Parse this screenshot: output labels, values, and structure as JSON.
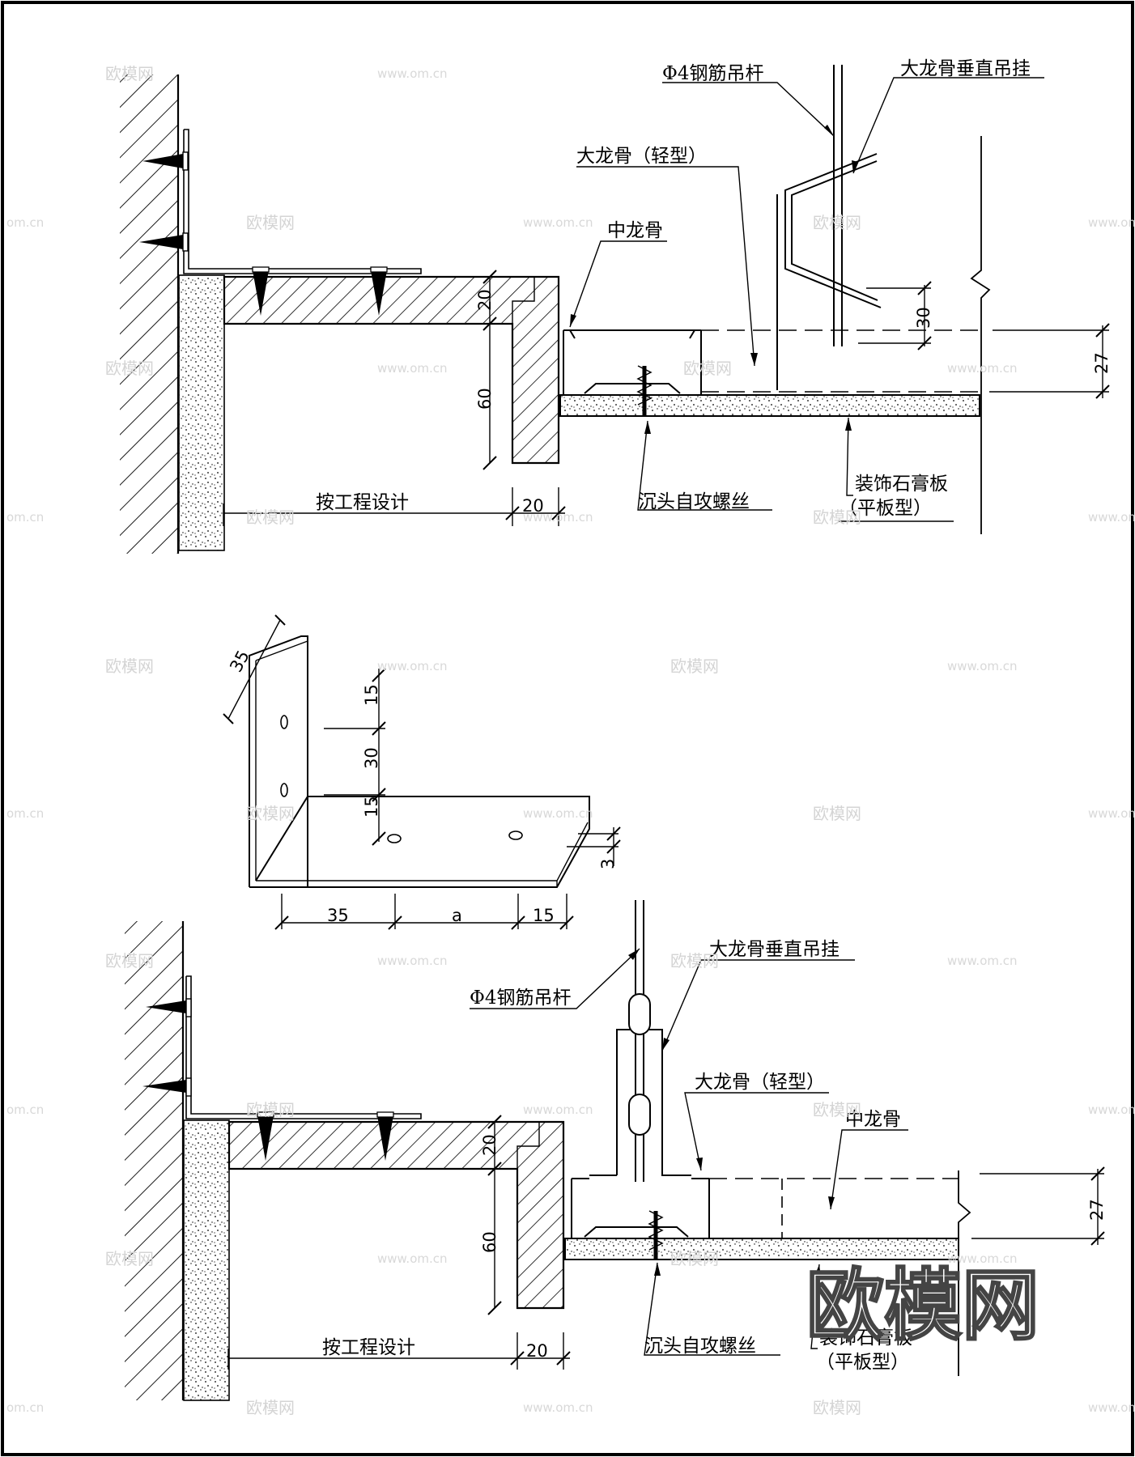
{
  "drawing_top": {
    "hanger_rod": "Φ4钢筋吊杆",
    "vertical_hanger": "大龙骨垂直吊挂",
    "main_keel": "大龙骨（轻型）",
    "middle_keel": "中龙骨",
    "screw": "沉头自攻螺丝",
    "board_line1": "装饰石膏板",
    "board_line2": "（平板型）",
    "design_note": "按工程设计",
    "dim_20_top": "20",
    "dim_60": "60",
    "dim_20_bottom": "20",
    "dim_30": "30",
    "dim_27": "27"
  },
  "drawing_angle": {
    "dim_35_slant": "35",
    "dim_15_top": "15",
    "dim_30": "30",
    "dim_15_bottom": "15",
    "dim_3": "3",
    "dim_35_bottom": "35",
    "dim_a": "a",
    "dim_15_right": "15"
  },
  "drawing_bottom": {
    "hanger_rod": "Φ4钢筋吊杆",
    "vertical_hanger": "大龙骨垂直吊挂",
    "main_keel": "大龙骨（轻型）",
    "middle_keel": "中龙骨",
    "screw": "沉头自攻螺丝",
    "board_line1": "装饰石膏板",
    "board_line2": "（平板型）",
    "design_note": "按工程设计",
    "dim_20_top": "20",
    "dim_60": "60",
    "dim_20_bottom": "20",
    "dim_27": "27"
  },
  "watermark": {
    "brand": "欧模网",
    "site": "www.om.cn",
    "site_short": "om.cn"
  }
}
